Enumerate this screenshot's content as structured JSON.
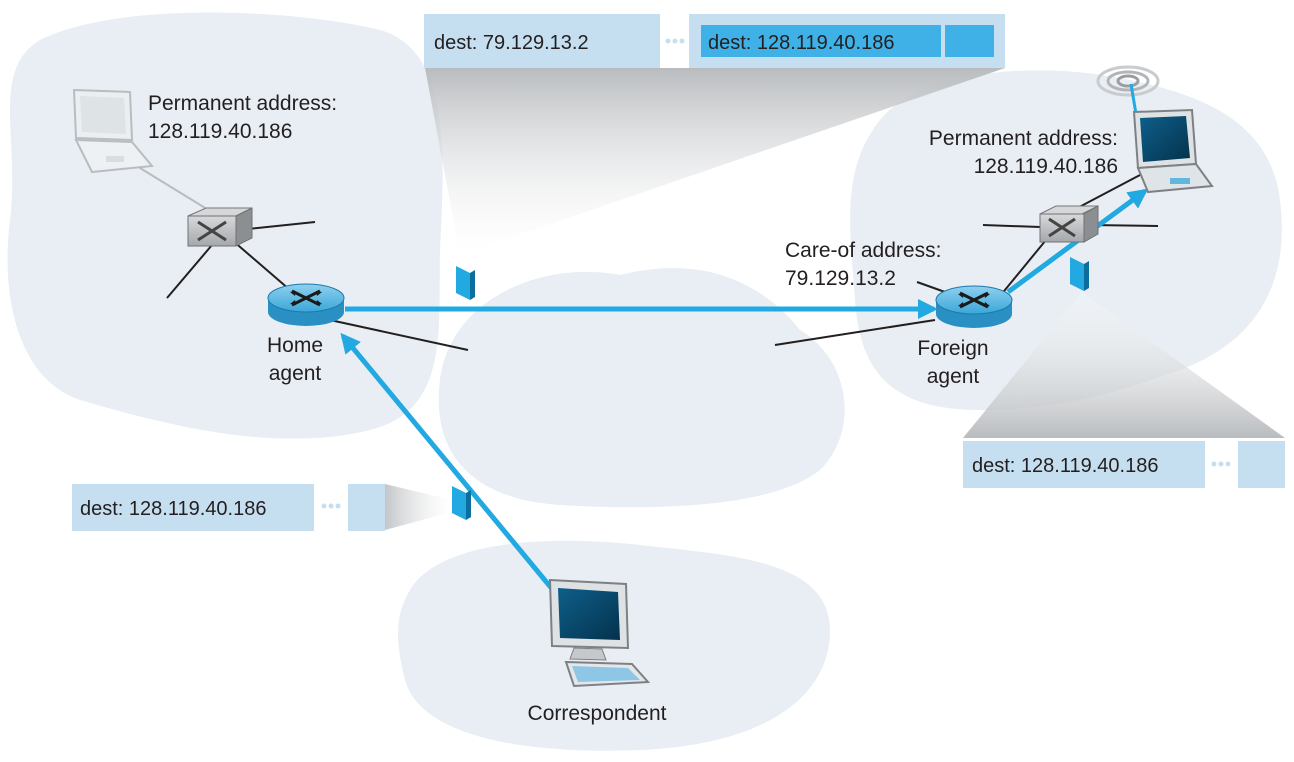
{
  "labels": {
    "home_permanent_line1": "Permanent address:",
    "home_permanent_line2": "128.119.40.186",
    "foreign_permanent_line1": "Permanent address:",
    "foreign_permanent_line2": "128.119.40.186",
    "careof_line1": "Care-of address:",
    "careof_line2": "79.129.13.2",
    "home_agent_line1": "Home",
    "home_agent_line2": "agent",
    "foreign_agent_line1": "Foreign",
    "foreign_agent_line2": "agent",
    "correspondent": "Correspondent"
  },
  "packets": {
    "encapsulated_outer": "dest: 79.129.13.2",
    "encapsulated_inner": "dest: 128.119.40.186",
    "correspondent_packet": "dest: 128.119.40.186",
    "foreign_delivered": "dest: 128.119.40.186"
  },
  "colors": {
    "network_cloud": "#e8eef3",
    "packet_box": "#c6dff0",
    "packet_highlight": "#3fb1e6",
    "arrow": "#22a9e1",
    "link": "#231f20"
  }
}
